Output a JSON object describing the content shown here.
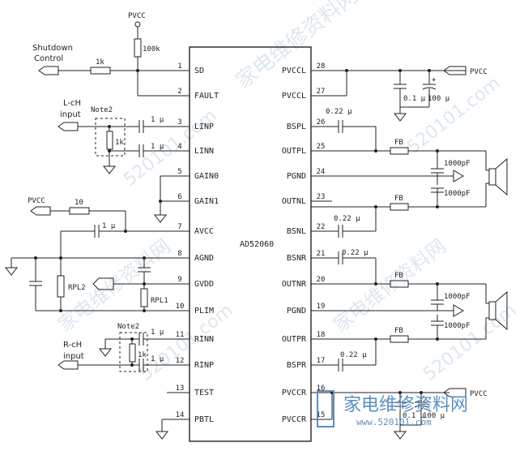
{
  "chip": {
    "part": "AD52060",
    "left_pins": [
      {
        "num": "1",
        "name": "SD"
      },
      {
        "num": "2",
        "name": "FAULT"
      },
      {
        "num": "3",
        "name": "LINP"
      },
      {
        "num": "4",
        "name": "LINN"
      },
      {
        "num": "5",
        "name": "GAIN0"
      },
      {
        "num": "6",
        "name": "GAIN1"
      },
      {
        "num": "7",
        "name": "AVCC"
      },
      {
        "num": "8",
        "name": "AGND"
      },
      {
        "num": "9",
        "name": "GVDD"
      },
      {
        "num": "10",
        "name": "PLIM"
      },
      {
        "num": "11",
        "name": "RINN"
      },
      {
        "num": "12",
        "name": "RINP"
      },
      {
        "num": "13",
        "name": "TEST"
      },
      {
        "num": "14",
        "name": "PBTL"
      }
    ],
    "right_pins": [
      {
        "num": "28",
        "name": "PVCCL"
      },
      {
        "num": "27",
        "name": "PVCCL"
      },
      {
        "num": "26",
        "name": "BSPL"
      },
      {
        "num": "25",
        "name": "OUTPL"
      },
      {
        "num": "24",
        "name": "PGND"
      },
      {
        "num": "23",
        "name": "OUTNL"
      },
      {
        "num": "22",
        "name": "BSNL"
      },
      {
        "num": "21",
        "name": "BSNR"
      },
      {
        "num": "20",
        "name": "OUTNR"
      },
      {
        "num": "19",
        "name": "PGND"
      },
      {
        "num": "18",
        "name": "OUTPR"
      },
      {
        "num": "17",
        "name": "BSPR"
      },
      {
        "num": "16",
        "name": "PVCCR"
      },
      {
        "num": "15",
        "name": "PVCCR"
      }
    ]
  },
  "labels": {
    "pvcc_top": "PVCC",
    "shutdown_line1": "Shutdown",
    "shutdown_line2": "Control",
    "r_1k_sd": "1k",
    "r_100k": "100k",
    "lch_line1": "L-cH",
    "lch_line2": "input",
    "note2_top": "Note2",
    "cap_1u_linp": "1 μ",
    "cap_1u_linn": "1 μ",
    "r_1k_l": "1k",
    "pvcc_avcc": "PVCC",
    "r_10": "10",
    "cap_1u_avcc": "1 μ",
    "rpl2": "RPL2",
    "rpl1": "RPL1",
    "rch_line1": "R-cH",
    "rch_line2": "input",
    "note2_bottom": "Note2",
    "cap_1u_rinn": "1 μ",
    "cap_1u_rinp": "1 μ",
    "r_1k_r": "1k",
    "pvcc_right_top": "PVCC",
    "cap_01u_top": "0.1 μ",
    "cap_100u_top": "100 μ",
    "cap_022_bspl": "0.22 μ",
    "fb_outpl": "FB",
    "cap_1000p_1": "1000pF",
    "cap_1000p_2": "1000pF",
    "fb_outnl": "FB",
    "cap_022_bsnl": "0.22 μ",
    "cap_022_bsnr": "0.22 μ",
    "fb_outnr": "FB",
    "cap_1000p_3": "1000pF",
    "cap_1000p_4": "1000pF",
    "fb_outpr": "FB",
    "cap_022_bspr": "0.22 μ",
    "pvcc_right_bottom": "PVCC",
    "cap_01u_bottom": "0.1 μ",
    "cap_100u_bottom": "100 μ"
  },
  "watermark": {
    "site_cn": "家电维修资料网",
    "site_num": "520101.com",
    "logo_cn": "家电维修资料网",
    "logo_url": "www.520101.com"
  }
}
